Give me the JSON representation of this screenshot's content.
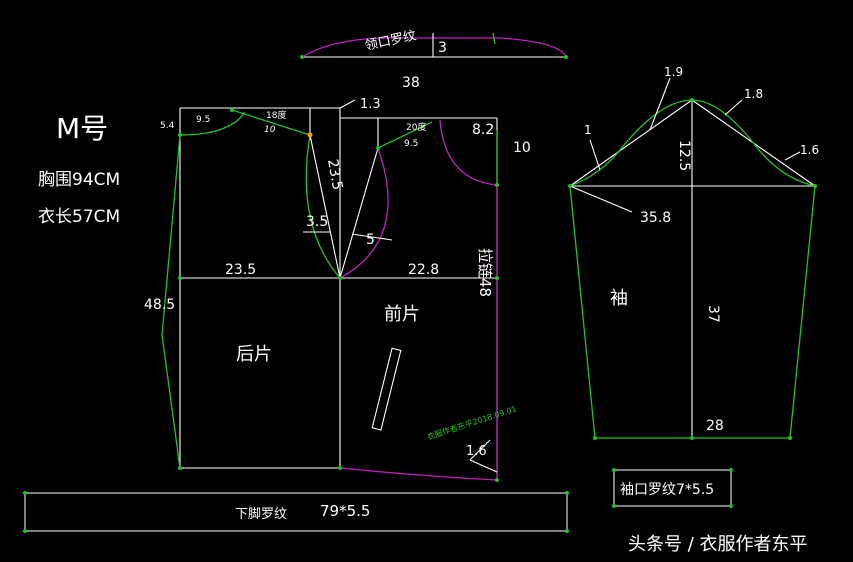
{
  "size": {
    "label": "M号",
    "bust": "胸围94CM",
    "length": "衣长57CM"
  },
  "collar": {
    "label": "领口罗纹",
    "height": "3",
    "length": "38"
  },
  "back": {
    "label": "后片",
    "d_5_4": "5.4",
    "d_9_5": "9.5",
    "angle": "18度",
    "d_10": "10",
    "d_1_3": "1.3",
    "d_23_5_diag": "23.5",
    "d_3_5": "3.5",
    "d_23_5": "23.5",
    "d_48_5": "48.5"
  },
  "front": {
    "label": "前片",
    "angle": "20度",
    "d_9_5": "9.5",
    "d_8_2": "8.2",
    "d_10": "10",
    "d_5": "5",
    "d_22_8": "22.8",
    "zipper": "拉链48",
    "d_1_6": "1.6"
  },
  "watermark_small": "衣服作者东平2018.09.01",
  "sleeve": {
    "label": "袖",
    "d_1_9": "1.9",
    "d_1_8": "1.8",
    "d_1": "1",
    "d_1_6": "1.6",
    "d_12_5": "12.5",
    "d_35_8": "35.8",
    "d_37": "37",
    "d_28": "28"
  },
  "cuff": {
    "label": "袖口罗纹7*5.5"
  },
  "hem": {
    "label": "下脚罗纹",
    "size": "79*5.5"
  },
  "credit": "头条号 / 衣服作者东平",
  "colors": {
    "green": "#22c322",
    "white": "#ffffff",
    "magenta": "#c020c0",
    "orange": "#ff9900"
  }
}
